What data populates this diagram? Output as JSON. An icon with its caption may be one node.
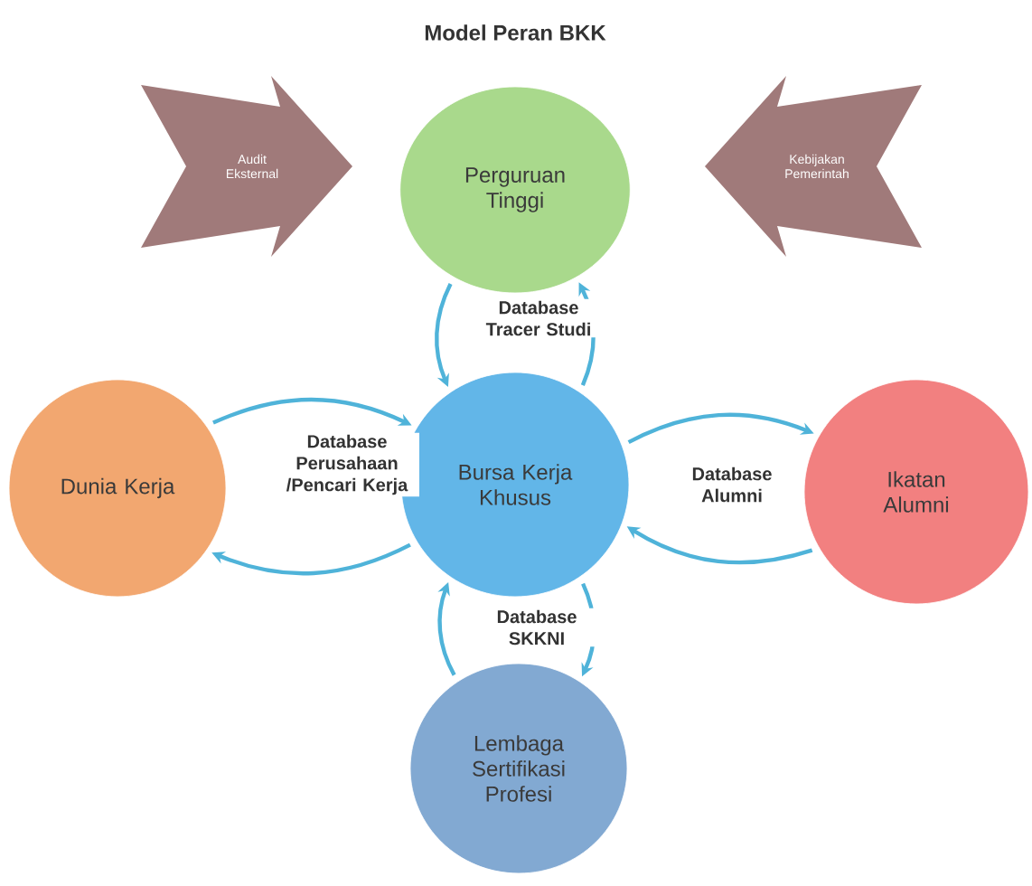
{
  "diagram": {
    "title": "Model Peran BKK",
    "nodes": [
      {
        "text": [
          "Perguruan Tinggi"
        ]
      },
      {
        "text": [
          "Dunia Kerja"
        ]
      },
      {
        "text": [
          "Bursa Kerja Khusus"
        ]
      },
      {
        "text": [
          "Ikatan Alumni"
        ]
      },
      {
        "text": [
          "Lembaga Sertifikasi Profesi"
        ]
      },
      {
        "text": [
          "Audit Eksternal"
        ]
      },
      {
        "text": [
          "Kebijakan Pemerintah"
        ]
      }
    ],
    "edges": [
      {
        "from": 0,
        "to": 2,
        "arrow": "to"
      },
      {
        "from": 2,
        "to": 0,
        "arrow": "to",
        "label": "Database Tracer Studi"
      },
      {
        "from": 1,
        "to": 2,
        "arrow": "to",
        "label": "Database Perusahaan /Pencari Kerja"
      },
      {
        "from": 2,
        "to": 1,
        "arrow": "to"
      },
      {
        "from": 2,
        "to": 3,
        "arrow": "to",
        "label": "Database Alumni"
      },
      {
        "from": 3,
        "to": 2,
        "arrow": "to"
      },
      {
        "from": 4,
        "to": 2,
        "arrow": "to"
      },
      {
        "from": 2,
        "to": 4,
        "arrow": "to",
        "label": "Database SKKNI"
      }
    ]
  }
}
